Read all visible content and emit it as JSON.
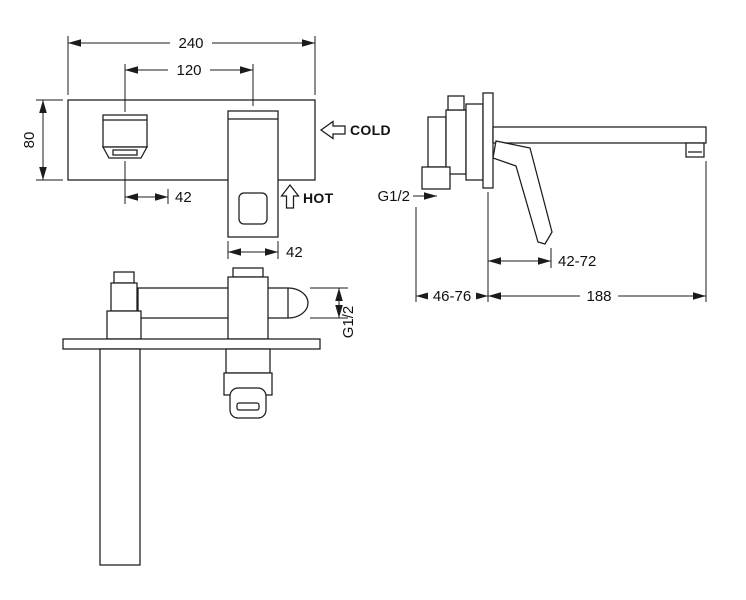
{
  "front_view": {
    "width_total": "240",
    "center_distance": "120",
    "plate_height": "80",
    "spout_offset": "42",
    "handle_width": "42",
    "cold_label": "COLD",
    "hot_label": "HOT"
  },
  "plan_view": {
    "thread_size": "G1/2"
  },
  "side_view": {
    "thread_size": "G1/2",
    "handle_projection": "42-72",
    "concealed_depth": "46-76",
    "spout_reach": "188"
  }
}
